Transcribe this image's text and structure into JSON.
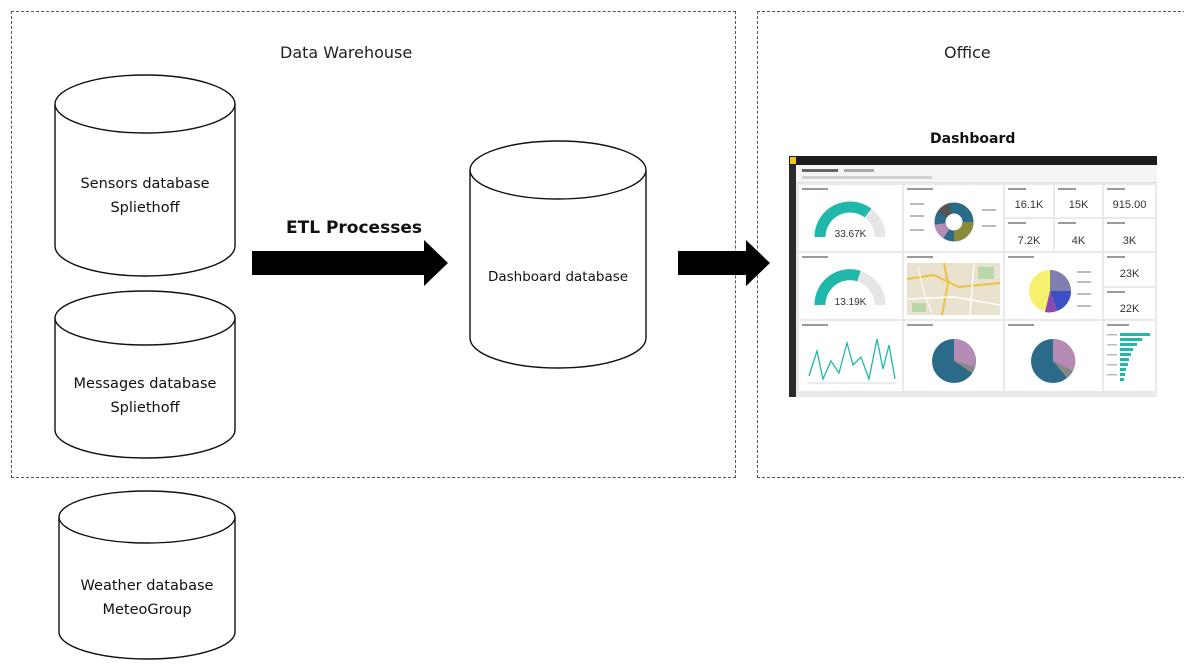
{
  "regions": {
    "data_warehouse": {
      "title": "Data Warehouse"
    },
    "office": {
      "title": "Office"
    }
  },
  "sources": [
    {
      "line1": "Sensors database",
      "line2": "Spliethoff"
    },
    {
      "line1": "Messages database",
      "line2": "Spliethoff"
    },
    {
      "line1": "Weather database",
      "line2": "MeteoGroup"
    }
  ],
  "etl": {
    "label": "ETL Processes"
  },
  "target": {
    "label": "Dashboard database"
  },
  "dashboard": {
    "title": "Dashboard",
    "gauges": [
      "33.67K",
      "13.19K"
    ],
    "kpis": [
      "16.1K",
      "15K",
      "915.00",
      "7.2K",
      "4K",
      "3K",
      "23K",
      "22K"
    ]
  },
  "colors": {
    "teal": "#1fb8aa",
    "purple": "#b58bb5",
    "navy": "#2b6a88",
    "yellow": "#f7f06f",
    "blue": "#3b4fc7"
  }
}
